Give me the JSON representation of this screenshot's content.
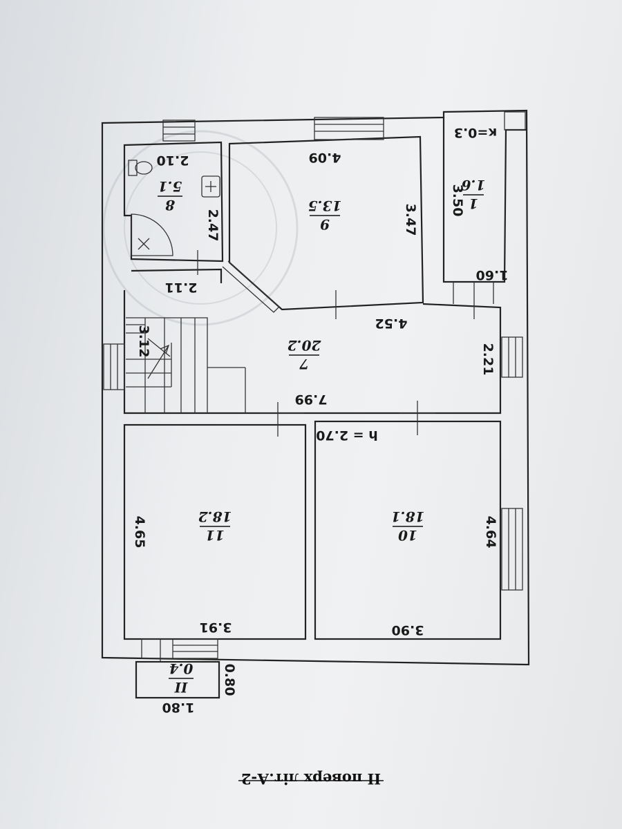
{
  "title": "II поверх літ.А-2",
  "rooms": [
    {
      "id": "1",
      "number": "1",
      "area": "1.6"
    },
    {
      "id": "7",
      "number": "7",
      "area": "20.2"
    },
    {
      "id": "8",
      "number": "8",
      "area": "5.1"
    },
    {
      "id": "9",
      "number": "9",
      "area": "13.5"
    },
    {
      "id": "10",
      "number": "10",
      "area": "18.1"
    },
    {
      "id": "11",
      "number": "11",
      "area": "18.2"
    },
    {
      "id": "II",
      "number": "II",
      "area": "0.4"
    }
  ],
  "dimensions": {
    "d_0_3": "к=0.3",
    "d_2_10": "2.10",
    "d_4_09": "4.09",
    "d_3_50": "3.50",
    "d_3_47": "3.47",
    "d_2_47": "2.47",
    "d_1_60": "1.60",
    "d_2_11": "2.11",
    "d_4_52": "4.52",
    "d_3_12": "3.12",
    "d_2_21": "2.21",
    "d_7_99": "7.99",
    "d_h": "h = 2.70",
    "d_4_65": "4.65",
    "d_4_64": "4.64",
    "d_3_91": "3.91",
    "d_3_90": "3.90",
    "d_0_80": "0.80",
    "d_1_80": "1.80"
  }
}
